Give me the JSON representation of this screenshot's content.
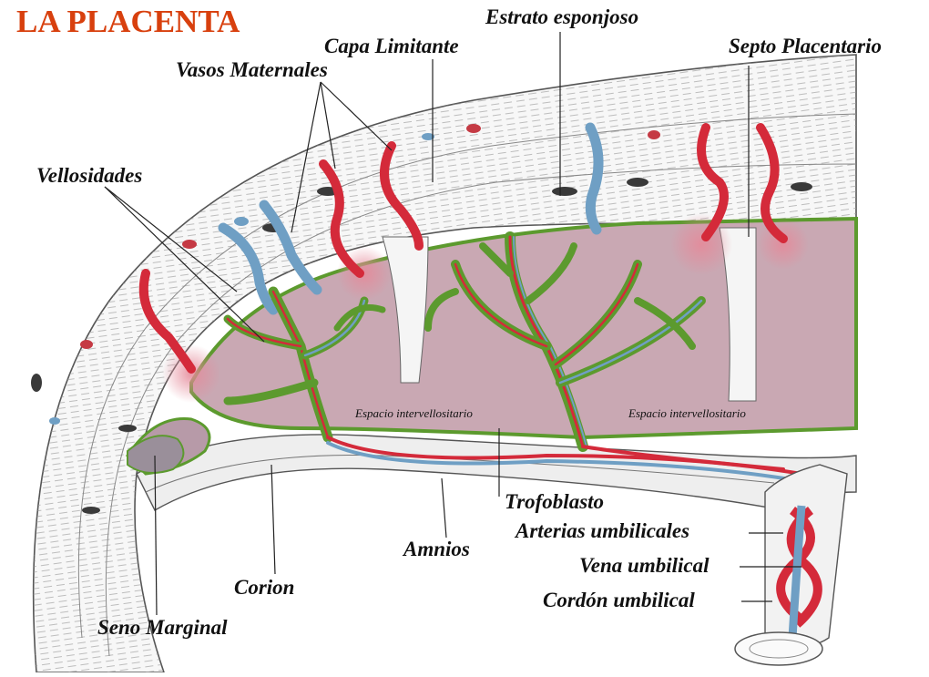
{
  "title": "LA PLACENTA",
  "labels": {
    "estrato_esponjoso": "Estrato esponjoso",
    "capa_limitante": "Capa Limitante",
    "septo_placentario": "Septo Placentario",
    "vasos_maternales": "Vasos Maternales",
    "vellosidades": "Vellosidades",
    "espacio_1": "Espacio intervellositario",
    "espacio_2": "Espacio intervellositario",
    "trofoblasto": "Trofoblasto",
    "arterias_umbilicales": "Arterias umbilicales",
    "vena_umbilical": "Vena umbilical",
    "cordon_umbilical": "Cordón umbilical",
    "amnios": "Amnios",
    "corion": "Corion",
    "seno_marginal": "Seno Marginal"
  },
  "colors": {
    "title": "#d8400e",
    "artery": "#d42a3a",
    "vein": "#6f9fc4",
    "trophoblast": "#5c9a2e",
    "intervillous": "#c9a8b3",
    "tissue_line": "#777777"
  }
}
